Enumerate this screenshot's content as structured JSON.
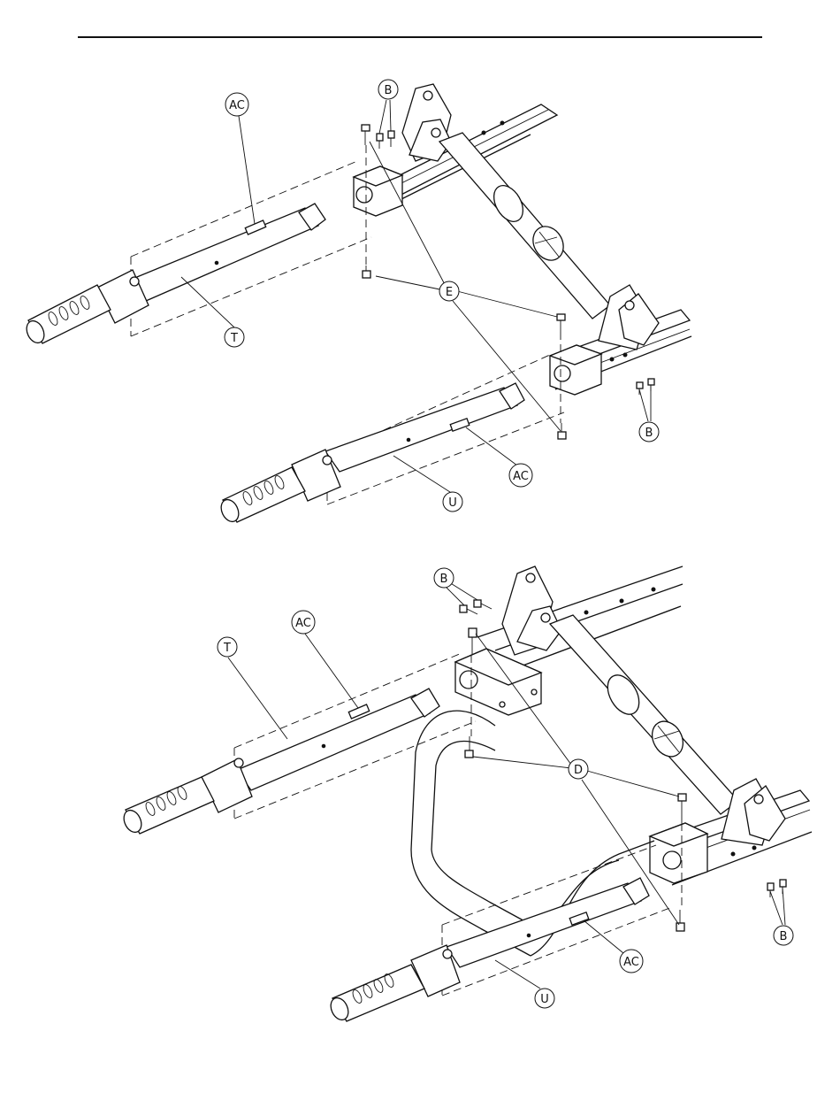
{
  "callouts": {
    "ac": "AC",
    "b": "B",
    "e": "E",
    "t": "T",
    "u": "U",
    "d": "D"
  }
}
